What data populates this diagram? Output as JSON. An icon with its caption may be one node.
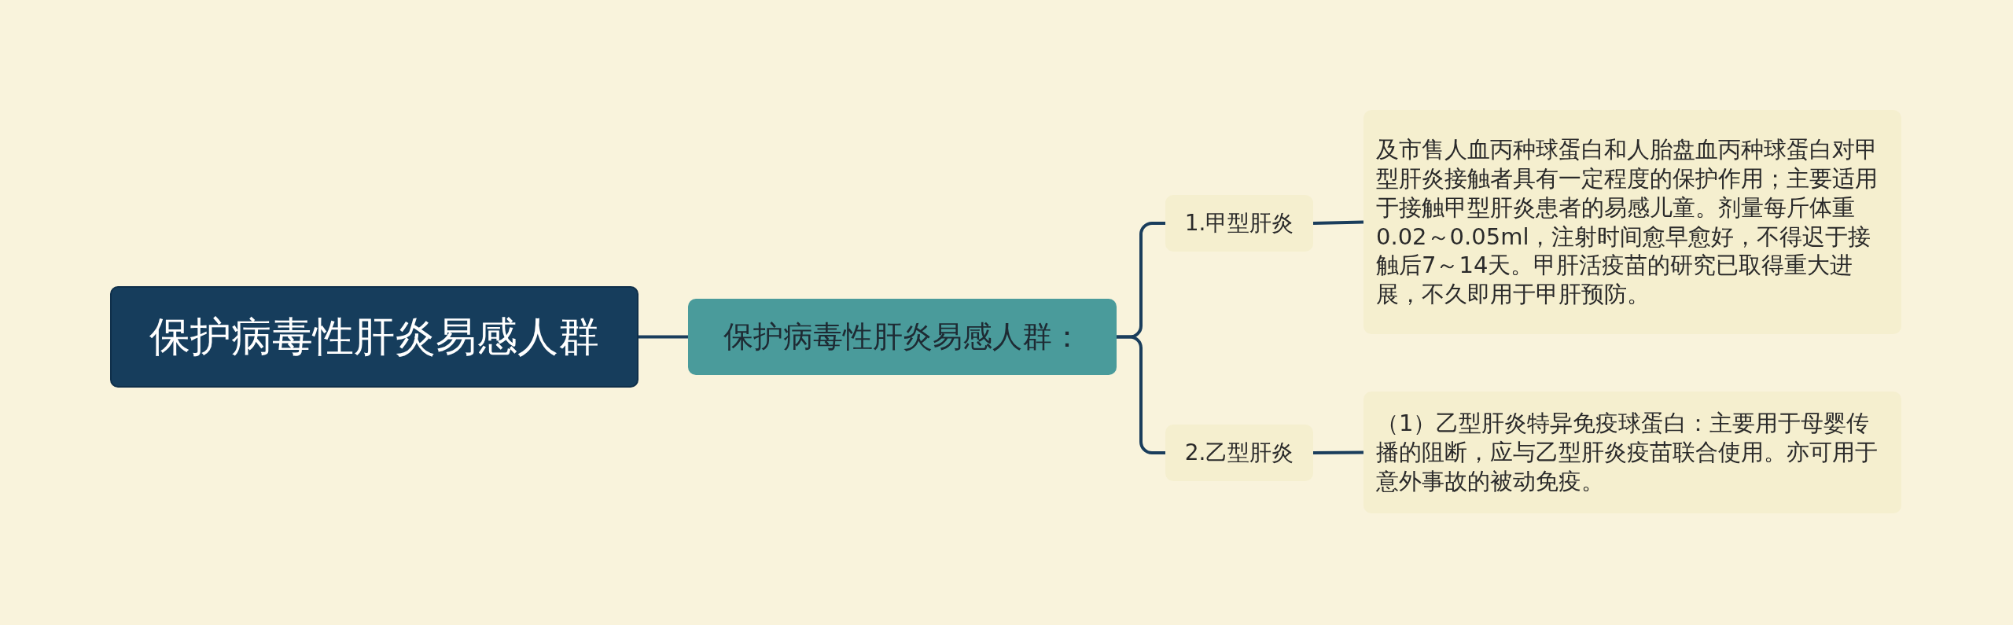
{
  "diagram": {
    "nodes": [
      {
        "text": [
          "保护病毒性肝炎易感人群"
        ]
      },
      {
        "text": [
          "保护病毒性肝炎易感人群："
        ]
      },
      {
        "text": [
          "1.甲型肝炎"
        ]
      },
      {
        "text": [
          "及市售人血丙种球蛋白和人胎盘血丙种球蛋白对甲型肝炎接触者具有一定程度的保护作用；主要适用于接触甲型肝炎患者的易感儿童。剂量每斤体重0.02～0.05ml，注射时间愈早愈好，不得迟于接触后7～14天。甲肝活疫苗的研究已取得重大进展，不久即用于甲肝预防。"
        ]
      },
      {
        "text": [
          "2.乙型肝炎"
        ]
      },
      {
        "text": [
          "（1）乙型肝炎特异免疫球蛋白：主要用于母婴传播的阻断，应与乙型肝炎疫苗联合使用。亦可用于意外事故的被动免疫。"
        ]
      }
    ],
    "edges": [
      {
        "from": 0,
        "to": 1,
        "arrow": "none"
      },
      {
        "from": 1,
        "to": 2,
        "arrow": "none"
      },
      {
        "from": 1,
        "to": 4,
        "arrow": "none"
      },
      {
        "from": 2,
        "to": 3,
        "arrow": "none"
      },
      {
        "from": 4,
        "to": 5,
        "arrow": "none"
      }
    ]
  }
}
